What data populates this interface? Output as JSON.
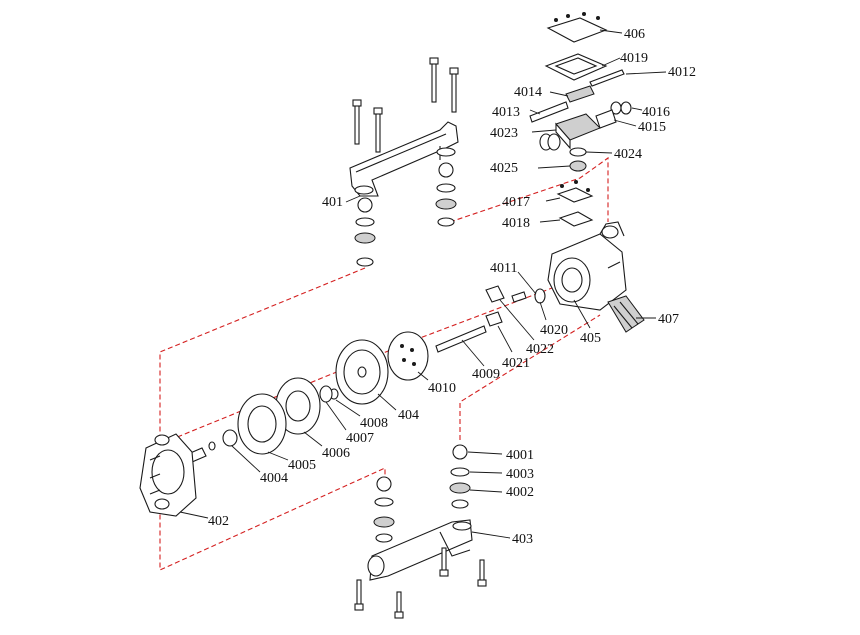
{
  "colors": {
    "line": "#1a1a1a",
    "assembly_path": "#d42020",
    "background": "#ffffff"
  },
  "labels": {
    "p406": "406",
    "p4019": "4019",
    "p4012": "4012",
    "p4014": "4014",
    "p4013": "4013",
    "p4016": "4016",
    "p4023": "4023",
    "p4015": "4015",
    "p4024": "4024",
    "p4025": "4025",
    "p4017": "4017",
    "p401": "401",
    "p4018": "4018",
    "p4011": "4011",
    "p407": "407",
    "p4020": "4020",
    "p405": "405",
    "p4022": "4022",
    "p4021": "4021",
    "p4009": "4009",
    "p4010": "4010",
    "p404": "404",
    "p4008": "4008",
    "p4007": "4007",
    "p4006": "4006",
    "p4005": "4005",
    "p4004": "4004",
    "p402": "402",
    "p4001": "4001",
    "p4003": "4003",
    "p4002": "4002",
    "p403": "403"
  }
}
